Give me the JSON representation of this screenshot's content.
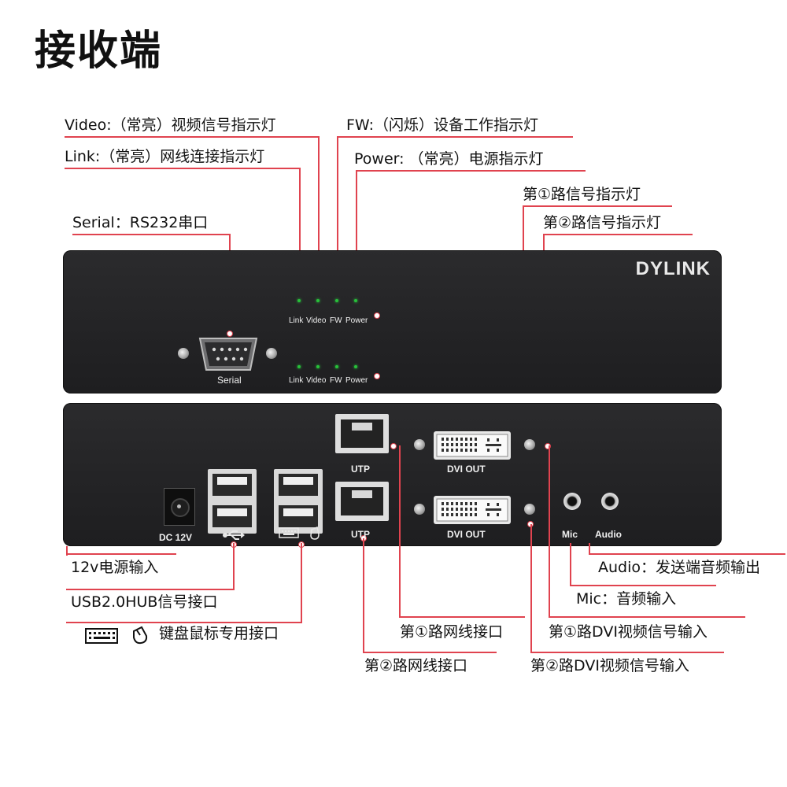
{
  "title": "接收端",
  "brand": "DYLINK",
  "callouts": {
    "video": "Video:（常亮）视频信号指示灯",
    "link": "Link:（常亮）网线连接指示灯",
    "fw": "FW:（闪烁）设备工作指示灯",
    "power": "Power: （常亮）电源指示灯",
    "ch1_signal": "第①路信号指示灯",
    "ch2_signal": "第②路信号指示灯",
    "serial": "Serial：RS232串口",
    "power_in": "12v电源输入",
    "usb_hub": "USB2.0HUB信号接口",
    "kbm": "键盘鼠标专用接口",
    "audio_out": "Audio：发送端音频输出",
    "mic_in": "Mic：音频输入",
    "ch1_net": "第①路网线接口",
    "ch1_dvi": "第①路DVI视频信号输入",
    "ch2_net": "第②路网线接口",
    "ch2_dvi": "第②路DVI视频信号输入"
  },
  "front_panel": {
    "led_labels": [
      "Link",
      "Video",
      "FW",
      "Power"
    ],
    "serial_label": "Serial"
  },
  "rear_panel": {
    "dc": "DC 12V",
    "utp": "UTP",
    "dvi": "DVI OUT",
    "mic": "Mic",
    "audio": "Audio"
  },
  "colors": {
    "callout_line": "#e0434f",
    "panel": "#252527",
    "led": "#27c13a"
  }
}
